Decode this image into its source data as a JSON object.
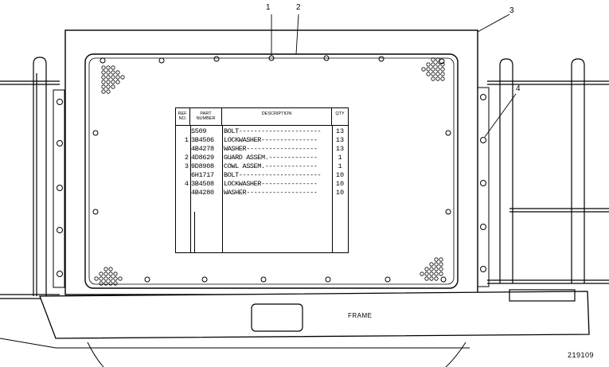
{
  "callouts": [
    "1",
    "2",
    "3",
    "4"
  ],
  "frame_label": "FRAME",
  "drawing_number": "219109",
  "table": {
    "headers": {
      "ref": "REF. NO.",
      "part": "PART NUMBER",
      "description": "DESCRIPTION",
      "qty": "QTY"
    },
    "rows": [
      {
        "ref": "",
        "part": "S509",
        "desc": "BOLT----------------------",
        "qty": "13"
      },
      {
        "ref": "1",
        "part": "3B4506",
        "desc": "LOCKWASHER---------------",
        "qty": "13"
      },
      {
        "ref": "",
        "part": "4B4278",
        "desc": "WASHER-------------------",
        "qty": "13"
      },
      {
        "ref": "2",
        "part": "4D8629",
        "desc": "GUARD ASSEM.-------------",
        "qty": "1"
      },
      {
        "ref": "3",
        "part": "9D8908",
        "desc": "COWL ASSEM.--------------",
        "qty": "1"
      },
      {
        "ref": "",
        "part": "6H1717",
        "desc": "BOLT----------------------",
        "qty": "10"
      },
      {
        "ref": "4",
        "part": "3B4508",
        "desc": "LOCKWASHER---------------",
        "qty": "10"
      },
      {
        "ref": "",
        "part": "4B4280",
        "desc": "WASHER-------------------",
        "qty": "10"
      }
    ]
  }
}
